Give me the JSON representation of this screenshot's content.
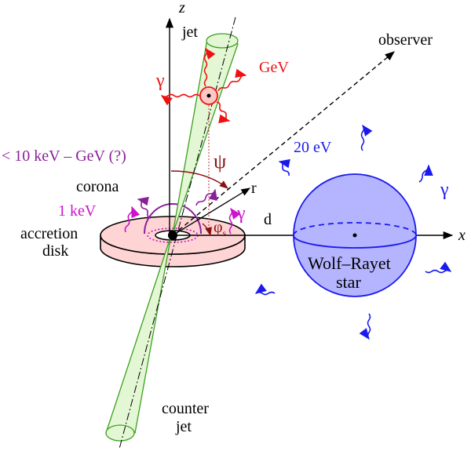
{
  "labels": {
    "z_axis": "z",
    "x_axis": "x",
    "jet": "jet",
    "observer": "observer",
    "gev": "GeV",
    "gamma_top": "γ",
    "psi": "ψ",
    "range": "< 10 keV – GeV (?)",
    "corona": "corona",
    "one_kev": "1 keV",
    "r": "r",
    "phi": "φ",
    "phi_sub": "s",
    "gamma_disk": "γ",
    "d": "d",
    "accretion": "accretion",
    "disk": "disk",
    "twenty_ev": "20 eV",
    "gamma_star": "γ",
    "wr_line1": "Wolf–Rayet",
    "wr_line2": "star",
    "counter": "counter",
    "counter_jet": "jet"
  },
  "colors": {
    "gev_red": "#ee1111",
    "star_fill": "#b4b4ff",
    "star_blue": "#1a1aee",
    "corona_purple": "#8a1f9a",
    "magenta": "#cc14cc",
    "disk_fill": "#ffd4d4",
    "jet_fill": "#e4f7d4",
    "jet_stroke": "#3aa020",
    "dark_red": "#8b1010"
  }
}
